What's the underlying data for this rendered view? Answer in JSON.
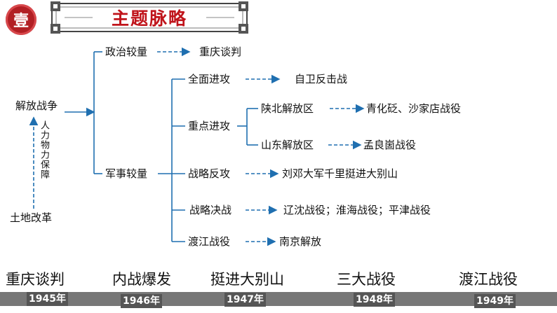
{
  "header": {
    "badge": "壹",
    "title": "主题脉略"
  },
  "diagram": {
    "root": "解放战争",
    "foundation": "土地改革",
    "support": "人力物力保障",
    "politics": {
      "label": "政治较量",
      "result": "重庆谈判"
    },
    "military": {
      "label": "军事较量",
      "stages": [
        {
          "label": "全面进攻",
          "result": "自卫反击战"
        },
        {
          "label": "重点进攻",
          "subs": [
            {
              "label": "陕北解放区",
              "result": "青化砭、沙家店战役"
            },
            {
              "label": "山东解放区",
              "result": "孟良崮战役"
            }
          ]
        },
        {
          "label": "战略反攻",
          "result": "刘邓大军千里挺进大别山"
        },
        {
          "label": "战略决战",
          "result": "辽沈战役；淮海战役；平津战役"
        },
        {
          "label": "渡江战役",
          "result": "南京解放"
        }
      ]
    }
  },
  "timeline": [
    {
      "event": "重庆谈判",
      "year": "1945年"
    },
    {
      "event": "内战爆发",
      "year": "1946年"
    },
    {
      "event": "挺进大别山",
      "year": "1947年"
    },
    {
      "event": "三大战役",
      "year": "1948年"
    },
    {
      "event": "渡江战役",
      "year": "1949年"
    }
  ],
  "colors": {
    "accent": "#c0141b",
    "line": "#1f6fb0",
    "badge": "#b21f24",
    "timeline_bar": "#777777"
  }
}
